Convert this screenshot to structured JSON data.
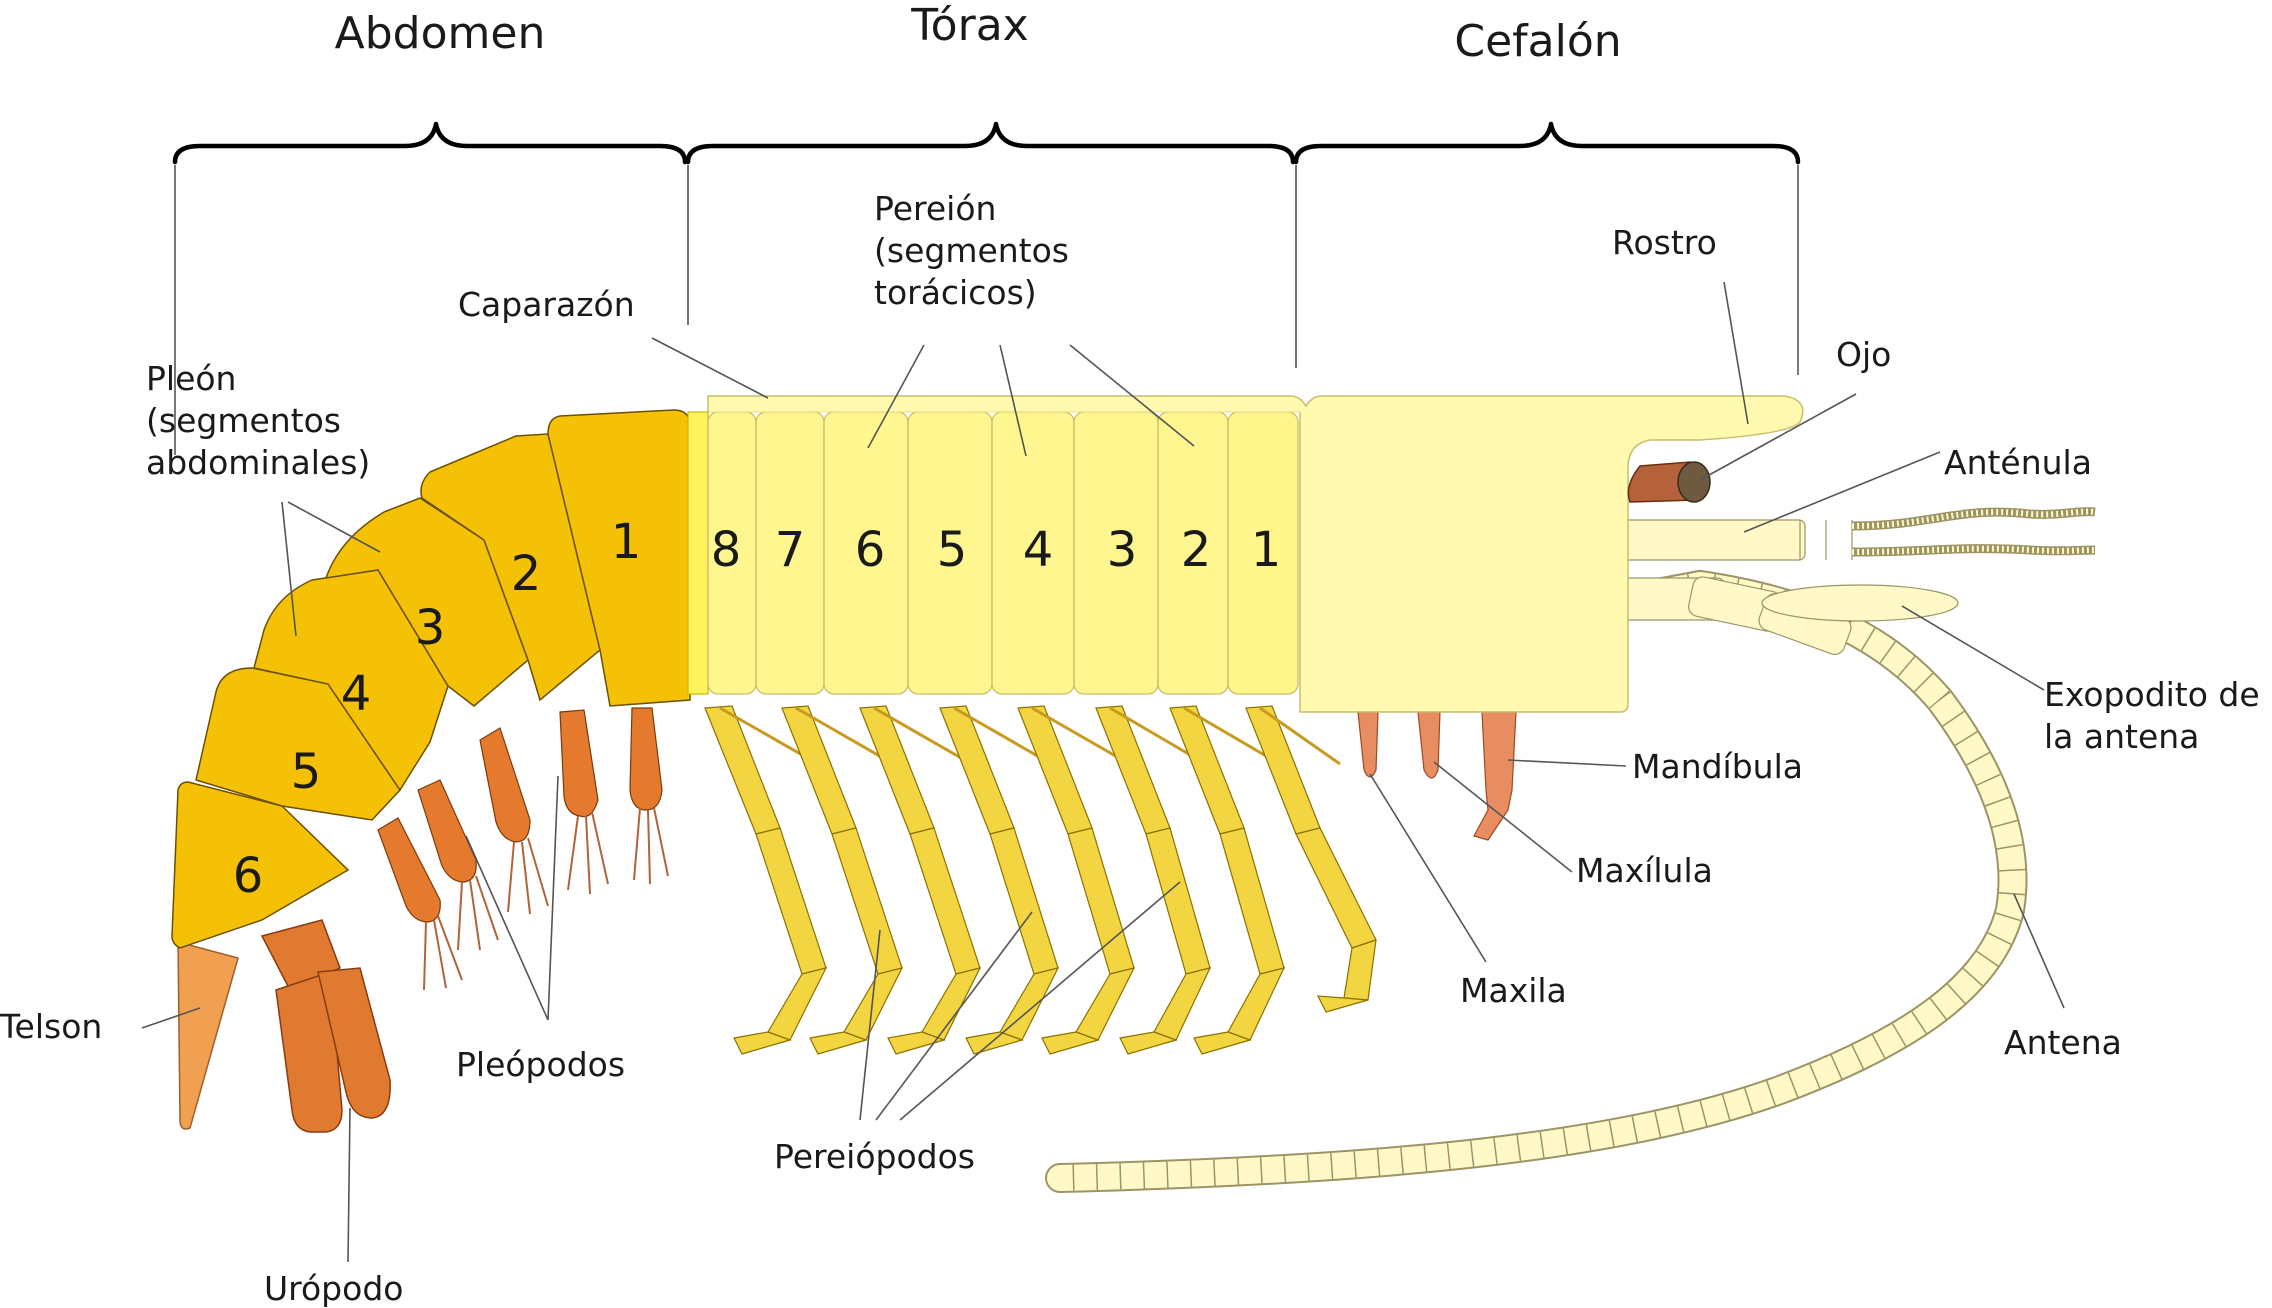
{
  "regions": {
    "abdomen": "Abdomen",
    "torax": "Tórax",
    "cefalon": "Cefalón"
  },
  "labels": {
    "caparazon": "Caparazón",
    "pereion_1": "Pereión",
    "pereion_2": "(segmentos",
    "pereion_3": "torácicos)",
    "rostro": "Rostro",
    "ojo": "Ojo",
    "antenula": "Anténula",
    "exopodito_1": "Exopodito de",
    "exopodito_2": "la antena",
    "mandibula": "Mandíbula",
    "maxilula": "Maxílula",
    "maxila": "Maxila",
    "antena": "Antena",
    "pleon_1": "Pleón",
    "pleon_2": "(segmentos",
    "pleon_3": "abdominales)",
    "telson": "Telson",
    "uropodo": "Urópodo",
    "pleopodos": "Pleópodos",
    "pereiopodos": "Pereiópodos"
  },
  "abdominal_numbers": [
    "1",
    "2",
    "3",
    "4",
    "5",
    "6"
  ],
  "thoracic_numbers": [
    "8",
    "7",
    "6",
    "5",
    "4",
    "3",
    "2",
    "1"
  ],
  "colors": {
    "abdomen_segment": "#f5c106",
    "thorax_band": "#fff35c",
    "thorax_segment": "#fff68f",
    "carapace": "#fffab0",
    "legs": "#f2d540",
    "pleopods": "#e57a2e",
    "uropod": "#e07a30",
    "telson": "#f0a050",
    "mouthparts": "#e88c62",
    "eye": "#b5623a",
    "antenna": "#fff9c8"
  }
}
